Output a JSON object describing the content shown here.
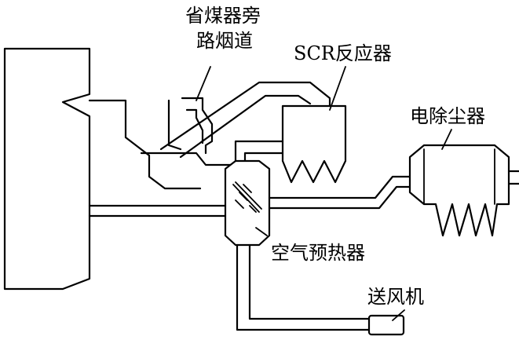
{
  "labels": {
    "economizer_bypass_line1": "省煤器旁",
    "economizer_bypass_line2": "路烟道",
    "scr_reactor": "SCR反应器",
    "electrostatic_precipitator": "电除尘器",
    "air_preheater": "空气预热器",
    "forced_draft_fan": "送风机"
  }
}
